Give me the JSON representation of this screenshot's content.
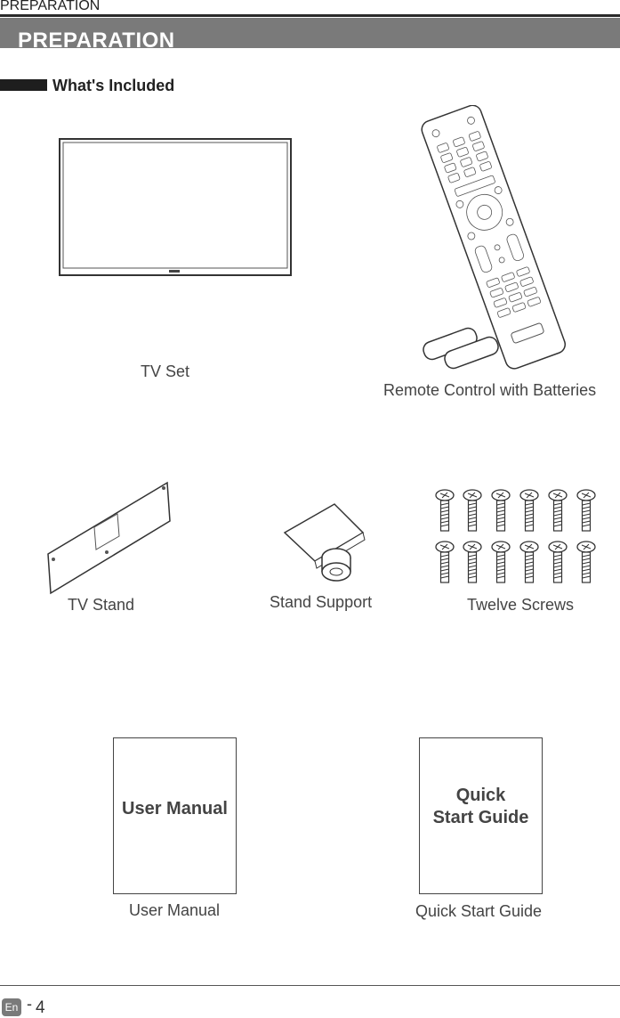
{
  "header": {
    "running_title": "PREPARATION",
    "banner_title": "PREPARATION"
  },
  "section": {
    "title": "What's Included"
  },
  "items": {
    "tv_set": "TV Set",
    "remote": "Remote Control with Batteries",
    "tv_stand": "TV Stand",
    "stand_support": "Stand Support",
    "screws": "Twelve Screws",
    "user_manual": "User Manual",
    "quick_start": "Quick Start Guide"
  },
  "booklets": {
    "user_manual_cover": "User Manual",
    "quick_start_cover_line1": "Quick",
    "quick_start_cover_line2": "Start Guide"
  },
  "footer": {
    "language": "En",
    "dash": "-",
    "page": "4"
  }
}
